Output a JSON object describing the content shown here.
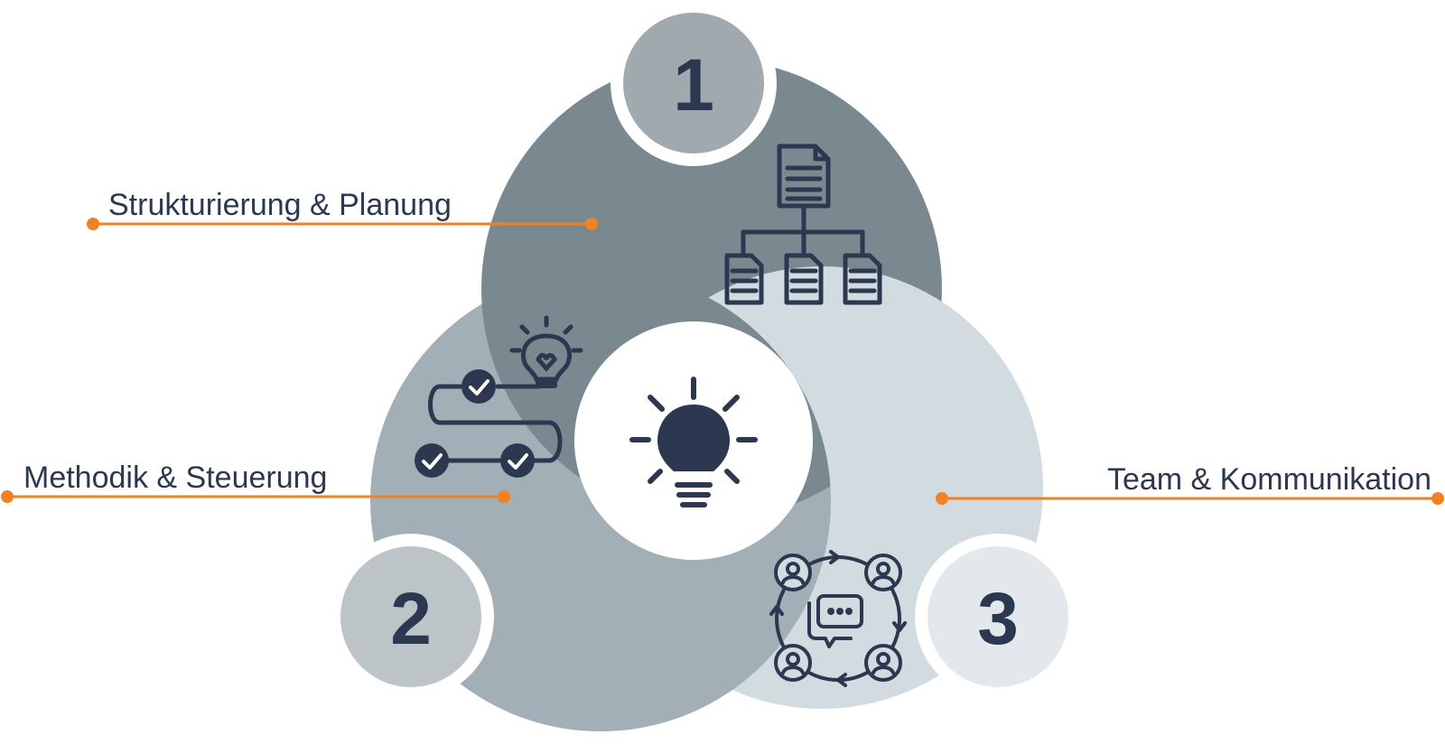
{
  "colors": {
    "circle1": "#7a888f",
    "circle2": "#a2afb6",
    "circle3": "#d2dbdf",
    "badge1": "#a0a9ae",
    "badge2": "#bcc4c8",
    "badge3": "#e2e8eb",
    "ink": "#2b3850",
    "accent": "#f28121",
    "white": "#ffffff"
  },
  "segments": [
    {
      "number": "1",
      "label": "Strukturierung & Planung",
      "icon": "document-hierarchy-icon"
    },
    {
      "number": "2",
      "label": "Methodik & Steuerung",
      "icon": "idea-process-path-icon"
    },
    {
      "number": "3",
      "label": "Team & Kommunikation",
      "icon": "team-communication-icon"
    }
  ],
  "center": {
    "icon": "lightbulb-icon"
  }
}
